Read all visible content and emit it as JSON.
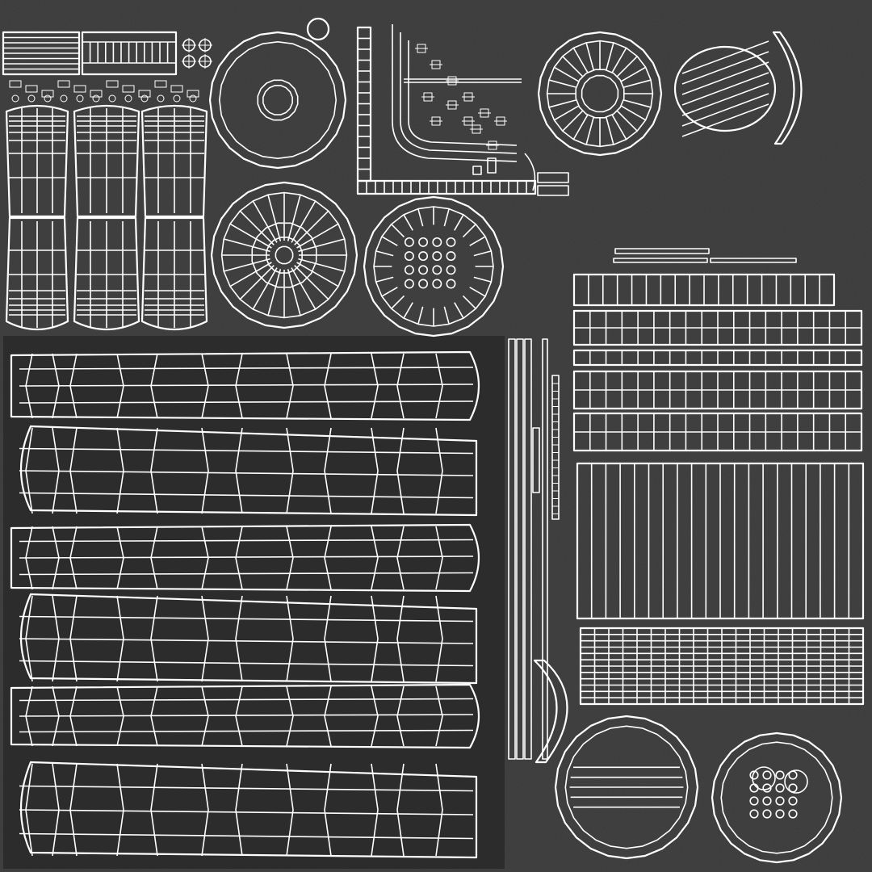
{
  "canvas": {
    "background": "#3a3a3a",
    "wire_color": "#ffffff",
    "panel_color": "#2c2c2c"
  },
  "islands": {
    "plank_panel": {
      "strip_count": 6
    },
    "barrel_staves": {
      "columns": 3,
      "rows": 2
    },
    "discs": {
      "count": 8
    },
    "grid_blocks": {
      "count": 7
    }
  }
}
